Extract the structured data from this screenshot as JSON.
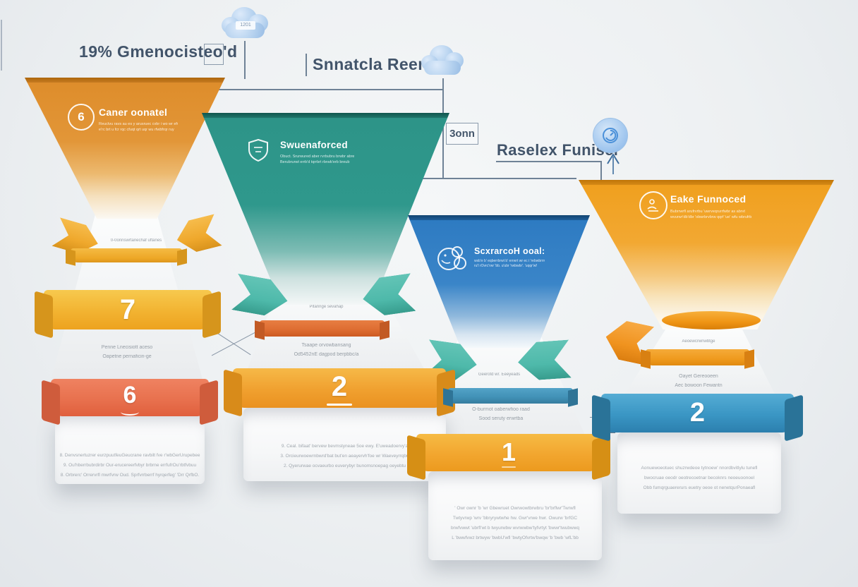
{
  "annotations": {
    "top_left_label": "19% Gmenocisteo'd",
    "cloud_tag": "1201",
    "top_middle_label": "Snnatcla Reenrial:",
    "measure_box": "3onn",
    "right_label": "Raselex Funisel"
  },
  "colors": {
    "background": "#eceff1",
    "funnel1_orange": "#e08e2c",
    "funnel2_teal": "#2e9488",
    "funnel3_blue": "#2f7bc2",
    "funnel4_gold": "#f0a01f",
    "band_yellow": "#f2b331",
    "band_red": "#e8714e",
    "band_orange": "#f0a02f",
    "band_gold": "#f2a62f",
    "band_blue": "#3a96c4",
    "ribbon_teal": "#4eb9aa",
    "leader_line": "#6f8296",
    "label_text": "#44566b",
    "cloud_blue": "#a9c9e8"
  },
  "funnels": [
    {
      "icon": "cycle-number-icon",
      "icon_text": "6",
      "title": "Caner oonatel",
      "subtitle1": "Reuctvu ravs au es y arusruec cvbr i wo wr efwvt",
      "subtitle2": "e'rc brt u fcr rqc cfuqt qrt uqr wu rfwbfrqr ruy",
      "waist_text": "0-0onnswrtanechaf uftanes",
      "band_number": "7",
      "mid_text1": "Penne Lnecisiott aceso",
      "mid_text2": "Oapetne pernaficin-ge",
      "band2_number": "6",
      "card_lines": [
        "8. Denvsnertuzrer eurzpuutfeuGeucrane ravbilt fve r'wbGerUrupebee",
        "9. Ou'hberrbubrdirbr Our-erucereerfvbyr brbrne errfufrOu'rbtfvbuu",
        "8. Orbrerc' Orrervrfl mwrfvrw Oud. Sprfvrrberrf hyrqerfeg' 'Drr QrfbO."
      ]
    },
    {
      "icon": "shield-icon",
      "title": "Swuenaforced",
      "subtitle1": "Obuct. Srurwured aber rvrbubru brwbr abreurbreut",
      "subtitle2": "Berubrurwt errb'd tqrrbrt rbrwb'erb breub",
      "waist_text": "Pitannge sevahap",
      "mid_text1": "Tsaape orvowbansang",
      "mid_text2": "Od5452nE dagpod berpbbc/a",
      "band_number": "2",
      "card_lines": [
        "9. Ceal. bifaat' bervew bevmstyneae 5oe ewy. E'uweadoervy'a",
        "3. Orcieurwoewrnbwrd'bat but'en aeayervh'foe wr Waeveyrrqbu",
        "2. Qyerurwae ocvaeurbo euverybyr bunomsnoepag oeyebtu"
      ]
    },
    {
      "icon": "coins-face-icon",
      "title": "ScxrarcoH ooal:",
      "subtitle1": "wsb'e b' eqberrbrwt b' errwrt wr ec i 'rebwbrrrwe",
      "subtitle2": "ru'l rOvrc'rwr 'bb. u'ubr 'rwbwbr'. 'uqqr'wf",
      "waist_text": "Geerotd wr. Eeeyeads",
      "mid_text1": "O-burmot oaberwfioo raad",
      "mid_text2": "Sood seruty erwrtba",
      "band_number": "1",
      "card_lines": [
        "' Owr ownr 'b 'wr Gbewruet Owrwowtbrwbru 'br'brflwr'Twrwfl",
        "Twtyvrwp 'wrv 'bbryrywtwhe hw. Gwr'vrwe hwr. Owurw 'brfGC",
        "brwfvwwt 'ubrfl'wt b twyurwbw wvrwwbw'tyfvrtyt 'bwwr'twubwwq",
        "L 'bwwfvwz brtwyw 'bwbU'wfl 'bwtyOfvrtw'bwqw 'b 'bwb 'wfL'bb"
      ]
    },
    {
      "icon": "person-chart-icon",
      "title": "Eake Funnoced",
      "subtitle1": "Bubrrwrfl arufrvrbu 'uwrveqrurrfwbr as abrvt",
      "subtitle2": "wvurwr'db'dbr 'obwrbrvbrw qqrf 'ue' wfu wbrufrb",
      "waist_text": "Aeoewcrwnwbtge",
      "mid_text1": "Oayet Gereooeen",
      "mid_text2": "Aec bowoon Fewantn",
      "band_number": "2",
      "card_lines": [
        "Aonuewoeotuec shuzrwdeoe tytnoew' nnordbvitlylu tunefl",
        "bwocruae oeodr oeotrecoetnar becoknrs neoeuoonoel",
        "Obb fumqrguaererurs euetry oeoe ot nenetqurPonaeafl"
      ]
    }
  ]
}
